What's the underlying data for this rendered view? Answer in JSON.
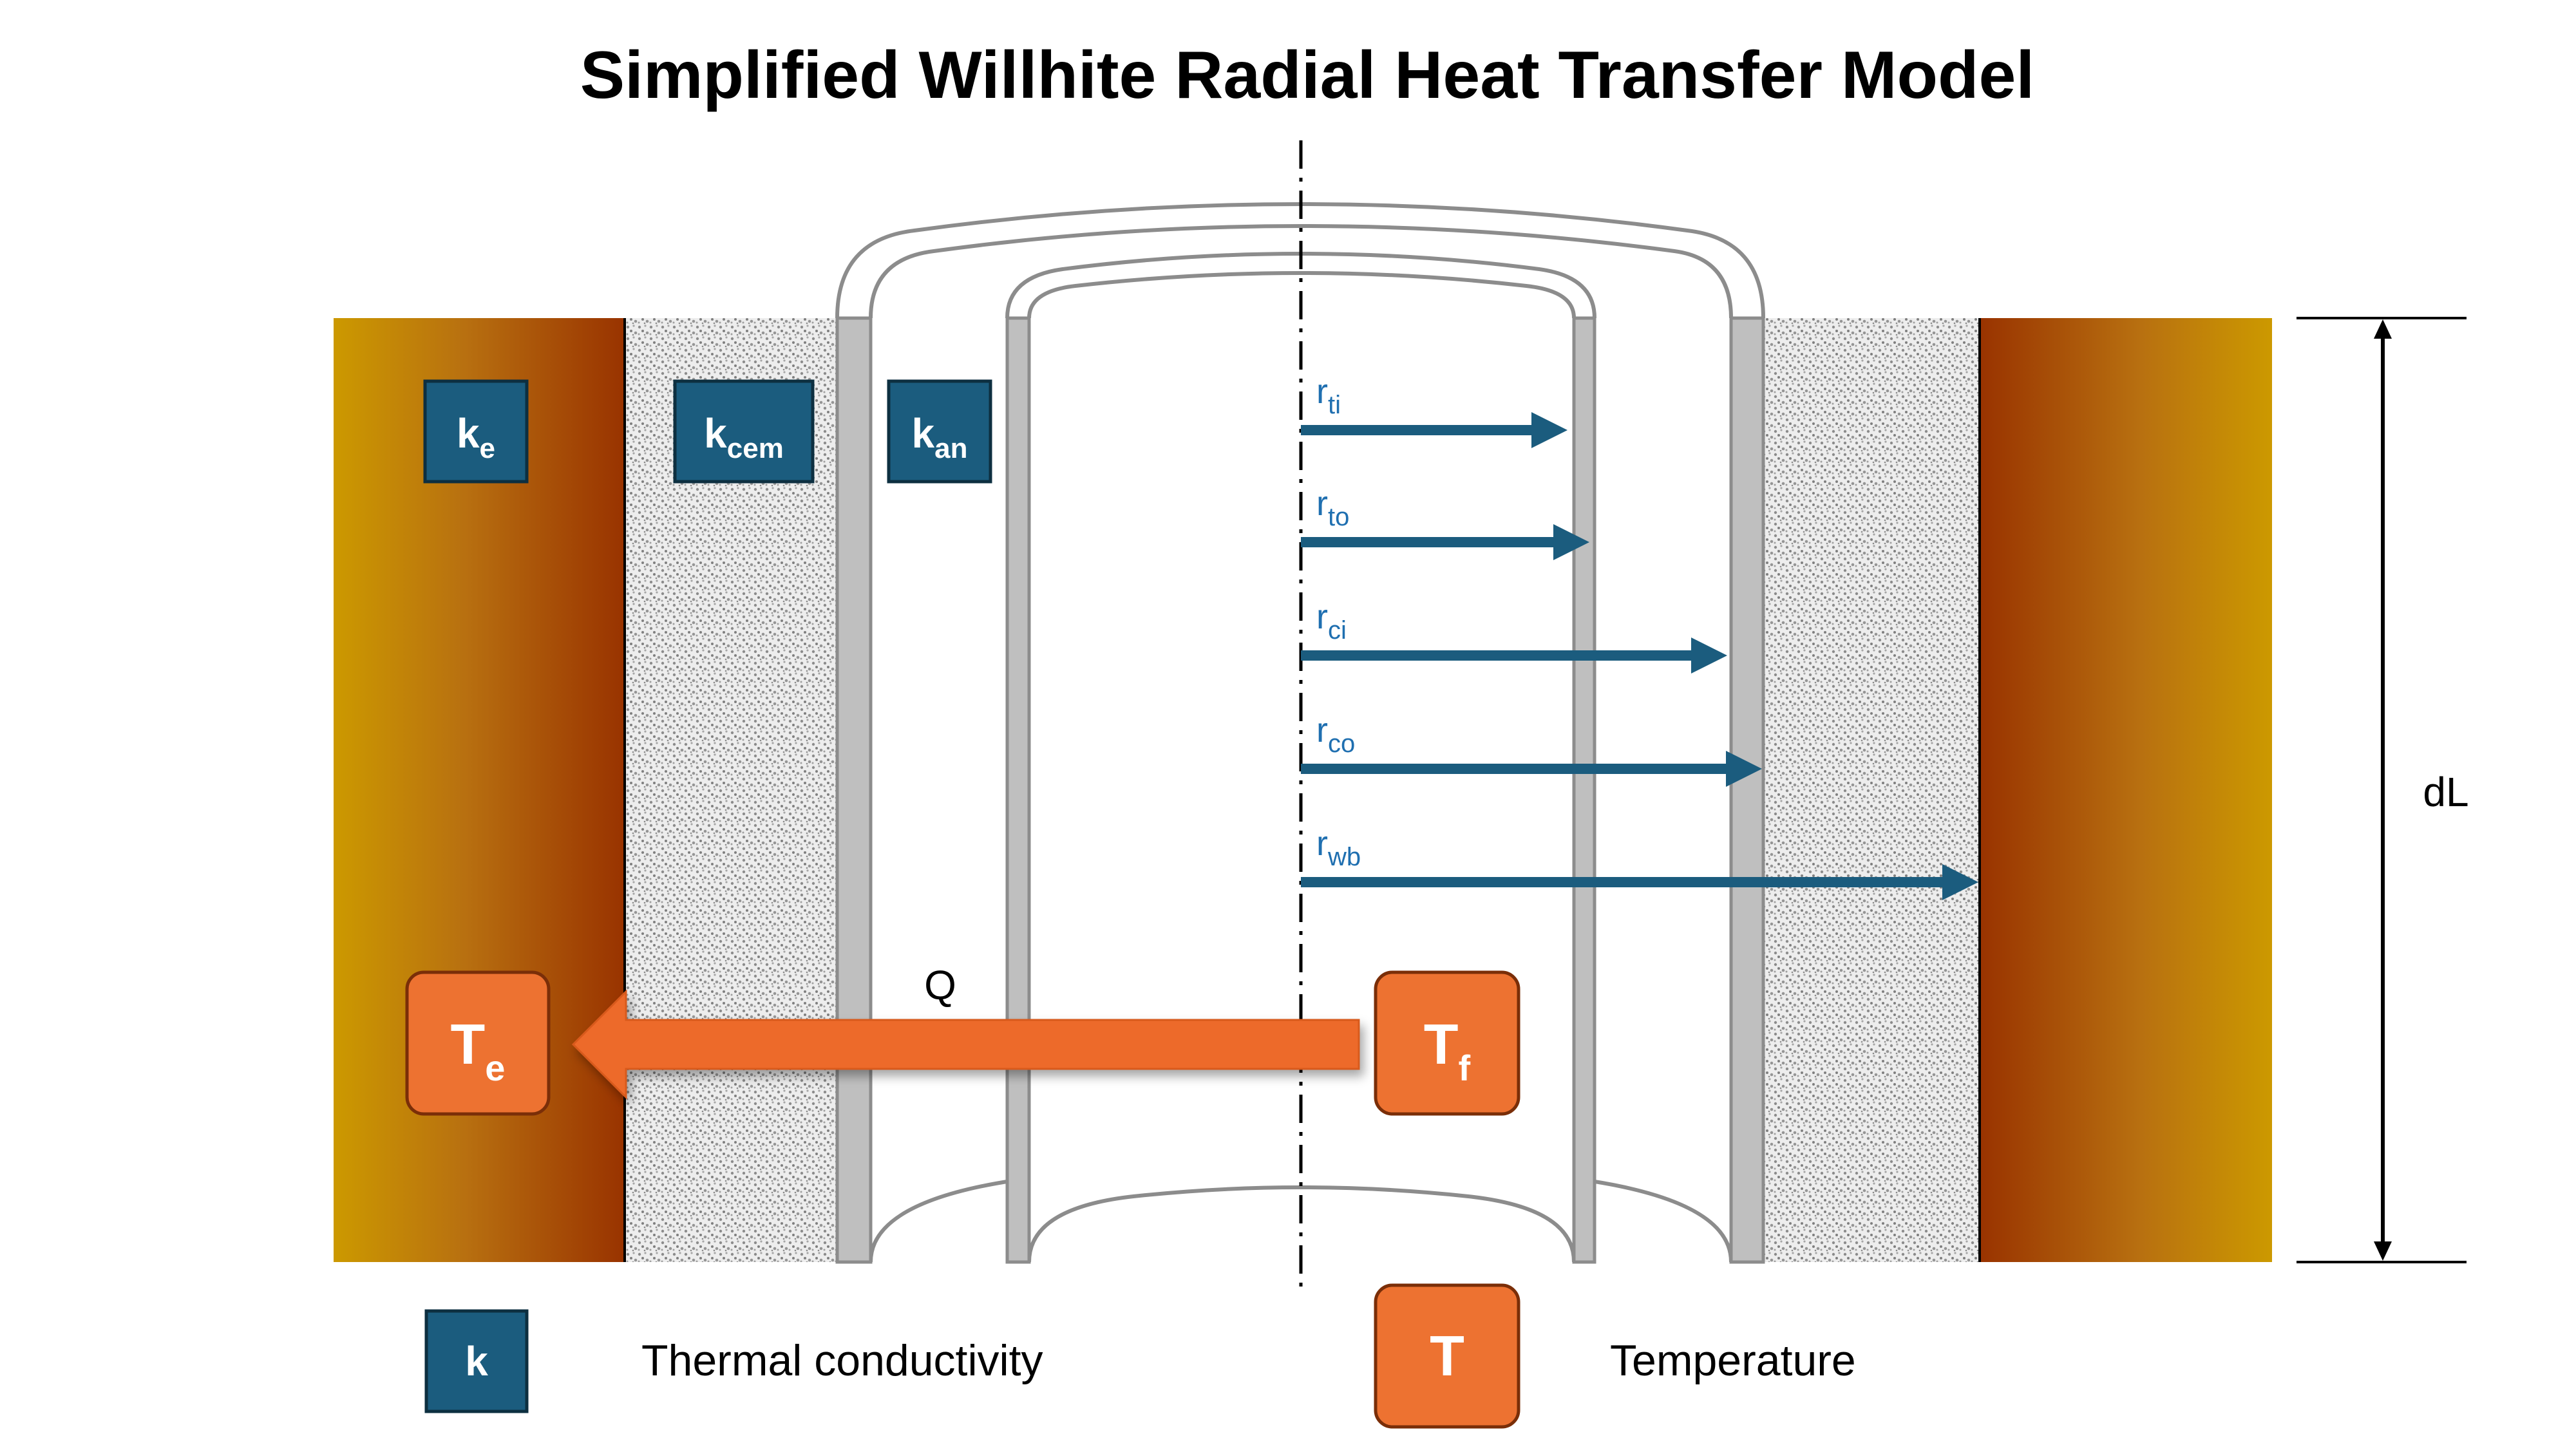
{
  "title": "Simplified Willhite Radial Heat Transfer Model",
  "conductivity_boxes": [
    {
      "main": "k",
      "sub": "e"
    },
    {
      "main": "k",
      "sub": "cem"
    },
    {
      "main": "k",
      "sub": "an"
    }
  ],
  "radius_labels": [
    {
      "main": "r",
      "sub": "ti"
    },
    {
      "main": "r",
      "sub": "to"
    },
    {
      "main": "r",
      "sub": "ci"
    },
    {
      "main": "r",
      "sub": "co"
    },
    {
      "main": "r",
      "sub": "wb"
    }
  ],
  "temperatures": {
    "earth": {
      "main": "T",
      "sub": "e"
    },
    "fluid": {
      "main": "T",
      "sub": "f"
    }
  },
  "heat_flow_label": "Q",
  "length_label": "dL",
  "legend": {
    "k_symbol": "k",
    "k_text": "Thermal conductivity",
    "t_symbol": "T",
    "t_text": "Temperature"
  },
  "colors": {
    "k_box": "#1b5c7e",
    "temp_box": "#ed7231",
    "arrow_blue": "#1b5c7e",
    "label_blue": "#1f6fb0",
    "earth_gold": "#cc9900",
    "earth_rust": "#993300",
    "pipe_gray": "#bfbfbf"
  }
}
